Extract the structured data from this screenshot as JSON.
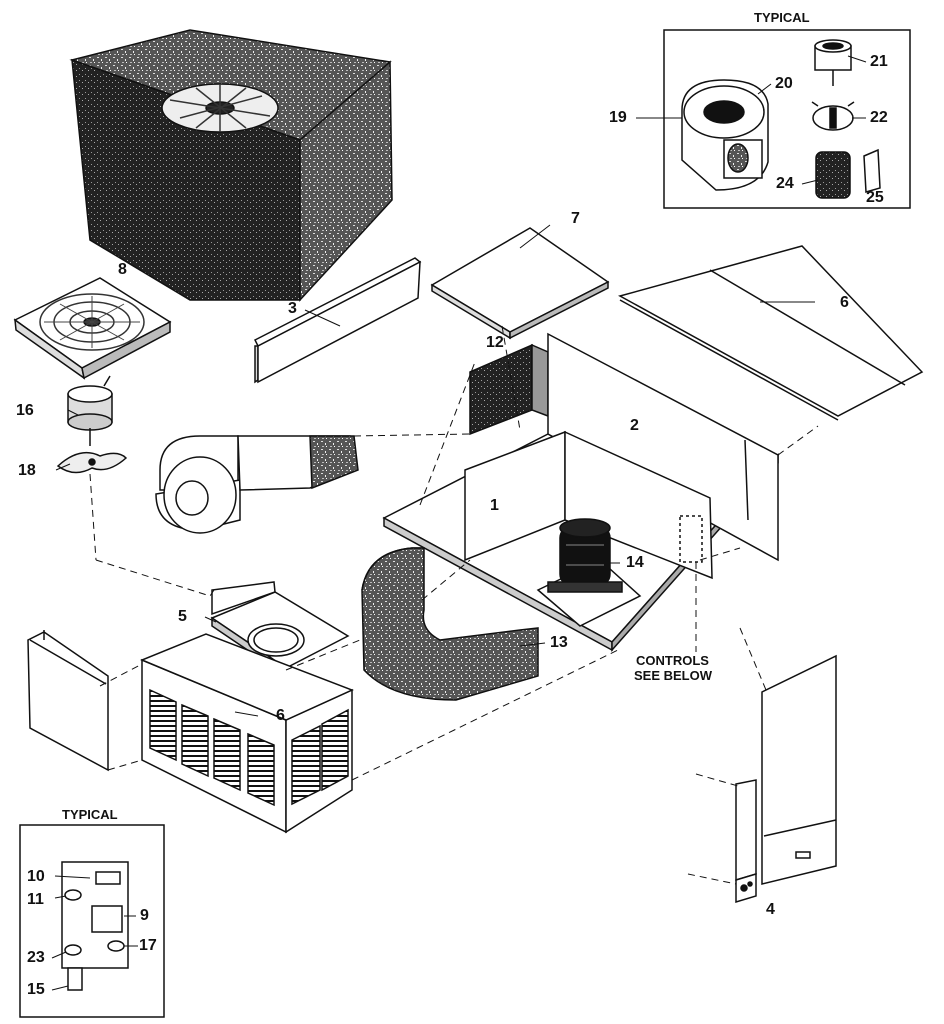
{
  "insets": {
    "blower_heading": "TYPICAL",
    "controls_heading": "TYPICAL"
  },
  "controls_note": {
    "line1": "CONTROLS",
    "line2": "SEE BELOW"
  },
  "callouts": {
    "p1": "1",
    "p2": "2",
    "p3": "3",
    "p4": "4",
    "p5": "5",
    "p6a": "6",
    "p6b": "6",
    "p7": "7",
    "p8": "8",
    "p9": "9",
    "p10": "10",
    "p11": "11",
    "p12": "12",
    "p13": "13",
    "p14": "14",
    "p15": "15",
    "p16": "16",
    "p17": "17",
    "p18": "18",
    "p19": "19",
    "p20": "20",
    "p21": "21",
    "p22": "22",
    "p23": "23",
    "p24": "24",
    "p25": "25"
  }
}
